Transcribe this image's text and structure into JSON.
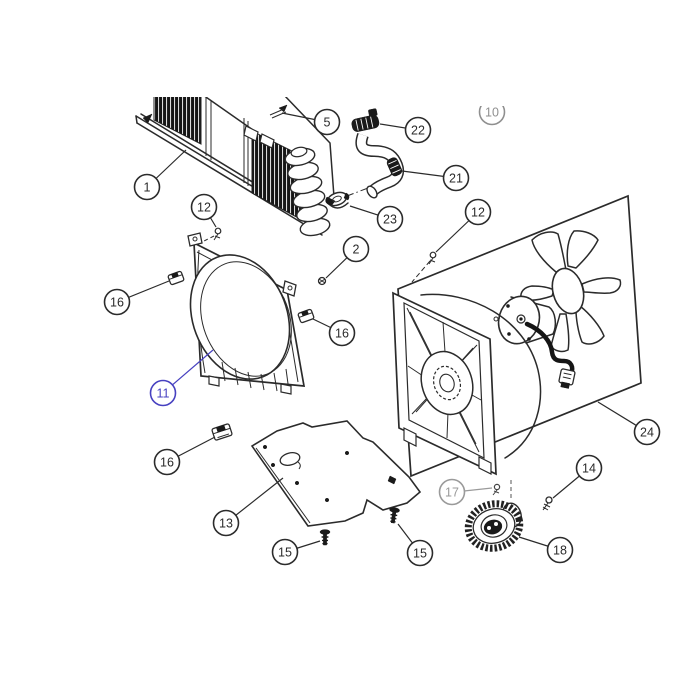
{
  "diagram": {
    "background": "#ffffff",
    "line_color": "#2b2b2b",
    "highlight_color": "#4741c0",
    "muted_color": "#9a9a9a"
  },
  "callouts": [
    {
      "label": "1"
    },
    {
      "label": "5"
    },
    {
      "label": "22"
    },
    {
      "label": "21"
    },
    {
      "label": "23"
    },
    {
      "label": "10"
    },
    {
      "label": "12"
    },
    {
      "label": "12"
    },
    {
      "label": "2"
    },
    {
      "label": "16"
    },
    {
      "label": "16"
    },
    {
      "label": "11",
      "highlighted": true
    },
    {
      "label": "16"
    },
    {
      "label": "13"
    },
    {
      "label": "15"
    },
    {
      "label": "15"
    },
    {
      "label": "24"
    },
    {
      "label": "17",
      "muted": true
    },
    {
      "label": "14"
    },
    {
      "label": "18"
    }
  ]
}
